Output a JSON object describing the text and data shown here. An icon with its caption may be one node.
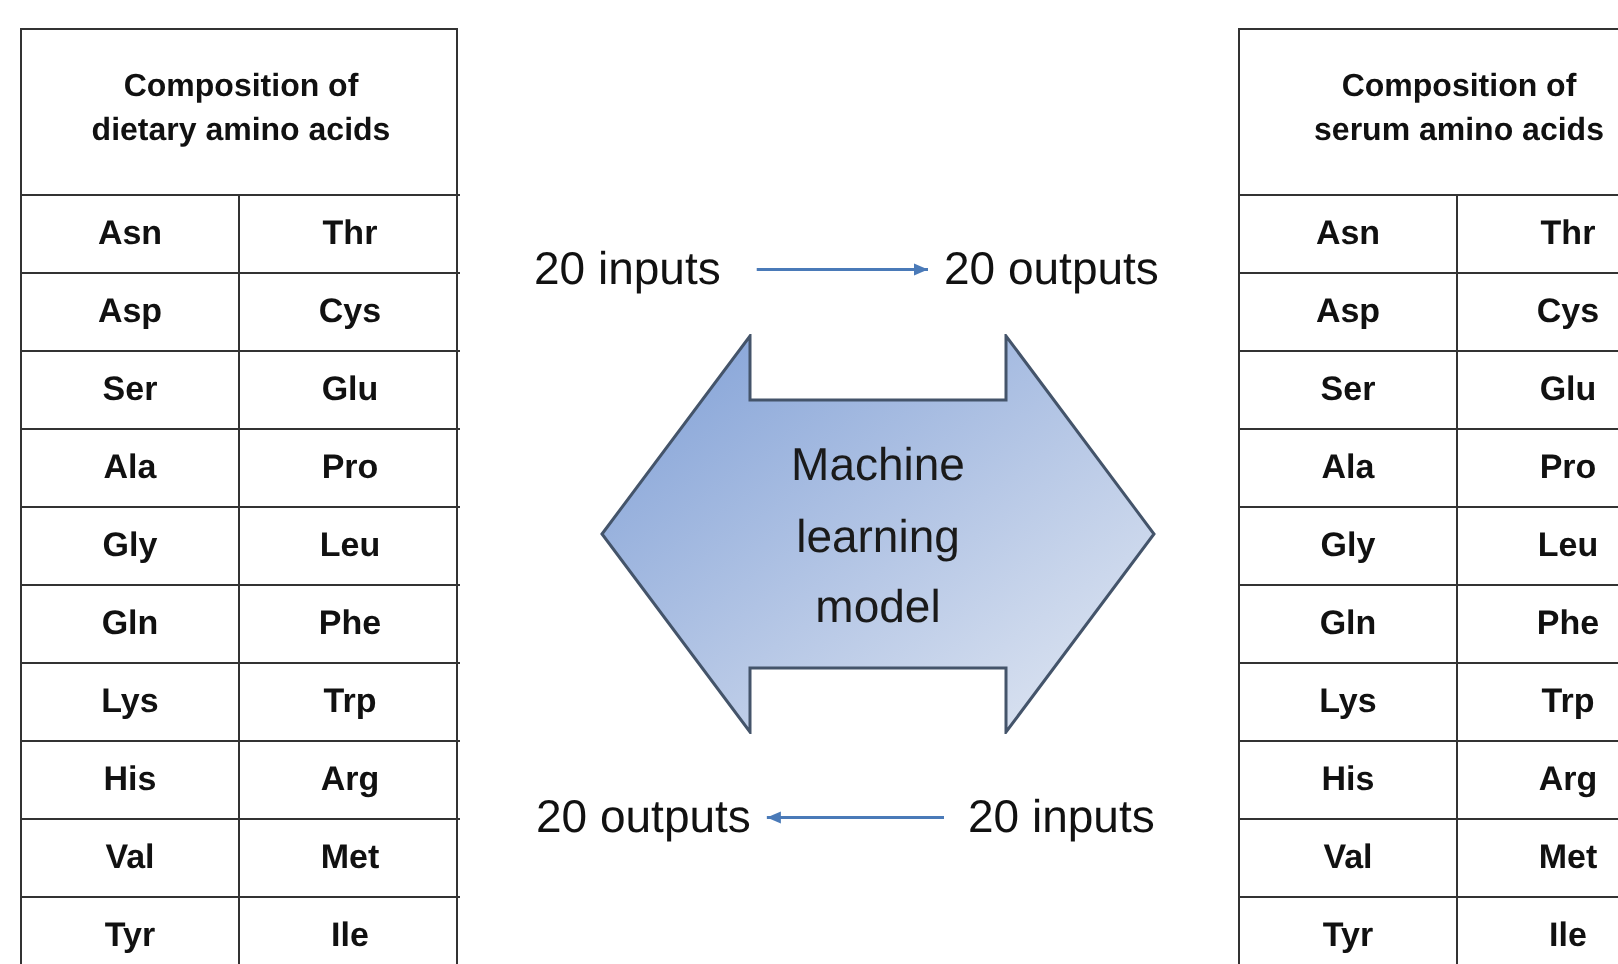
{
  "diagram": {
    "nodes": [
      {
        "text": [
          "Composition of dietary amino acids",
          "Asn",
          "Thr",
          "Asp",
          "Cys",
          "Ser",
          "Glu",
          "Ala",
          "Pro",
          "Gly",
          "Leu",
          "Gln",
          "Phe",
          "Lys",
          "Trp",
          "His",
          "Arg",
          "Val",
          "Met",
          "Tyr",
          "Ile"
        ]
      },
      {
        "text": [
          "Composition of serum amino acids",
          "Asn",
          "Thr",
          "Asp",
          "Cys",
          "Ser",
          "Glu",
          "Ala",
          "Pro",
          "Gly",
          "Leu",
          "Gln",
          "Phe",
          "Lys",
          "Trp",
          "His",
          "Arg",
          "Val",
          "Met",
          "Tyr",
          "Ile"
        ]
      },
      {
        "text": [
          "Machine learning model"
        ]
      },
      {
        "text": [
          "20 inputs"
        ]
      },
      {
        "text": [
          "20 outputs"
        ]
      },
      {
        "text": [
          "20 outputs"
        ]
      },
      {
        "text": [
          "20 inputs"
        ]
      }
    ],
    "edges": [
      {
        "from": 3,
        "to": 4,
        "arrow": "to"
      },
      {
        "from": 6,
        "to": 5,
        "arrow": "to"
      }
    ]
  }
}
